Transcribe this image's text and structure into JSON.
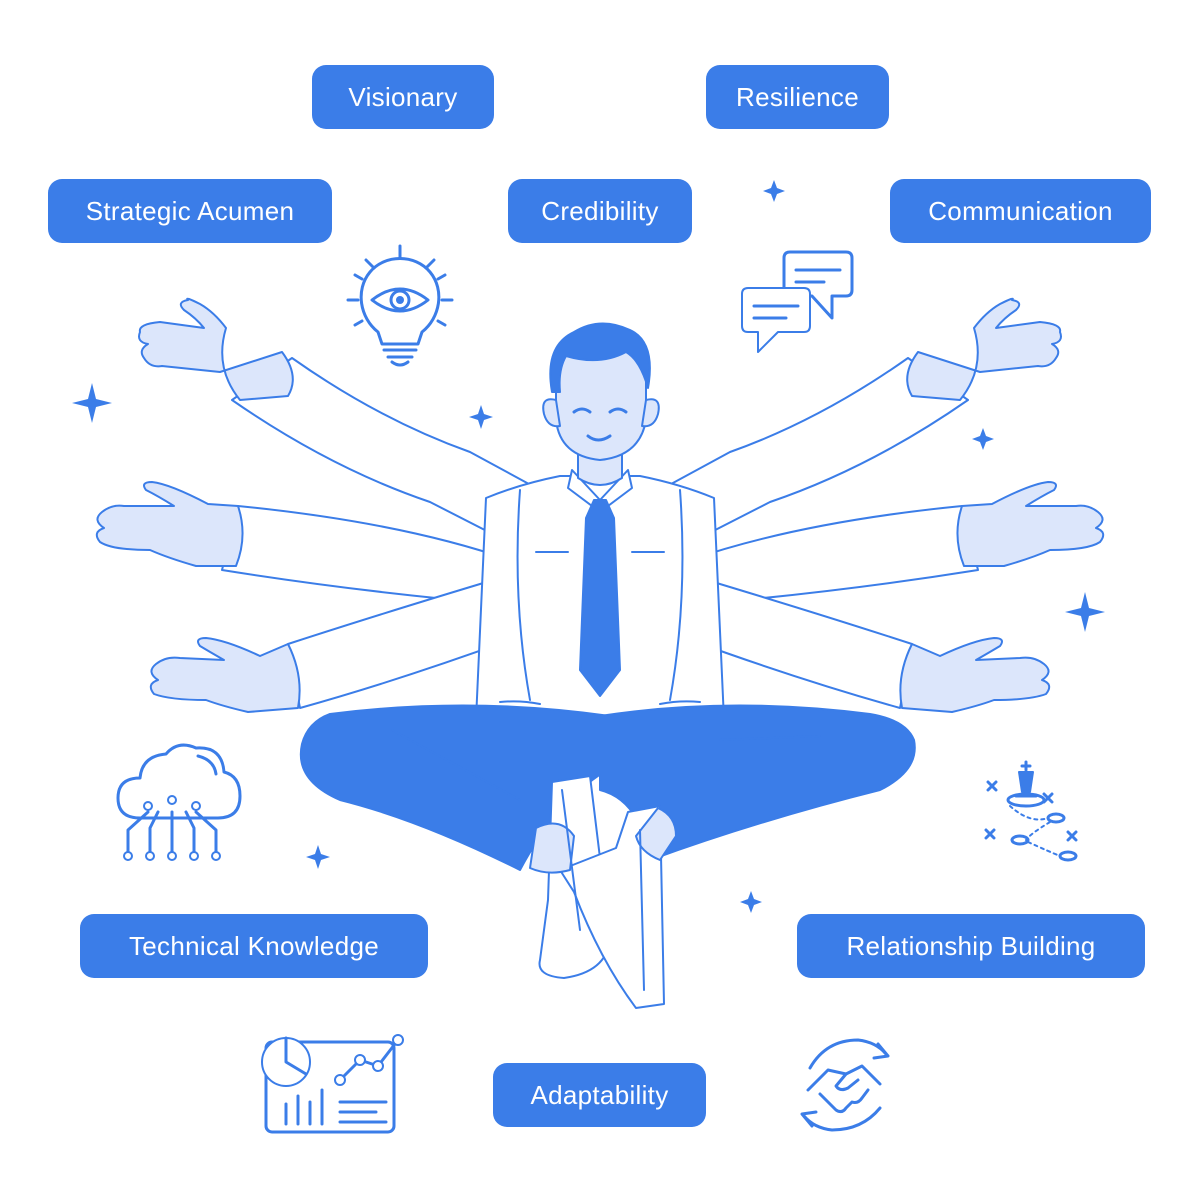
{
  "labels": {
    "visionary": "Visionary",
    "resilience": "Resilience",
    "strategic_acumen": "Strategic Acumen",
    "credibility": "Credibility",
    "communication": "Communication",
    "technical_knowledge": "Technical Knowledge",
    "relationship_building": "Relationship Building",
    "adaptability": "Adaptability"
  },
  "colors": {
    "accent": "#3b7de8",
    "accent_light": "#dce6fb",
    "line": "#3b7de8",
    "background": "#ffffff"
  },
  "icons": [
    "lightbulb-eye-icon",
    "chat-bubbles-icon",
    "cloud-circuit-icon",
    "chess-strategy-icon",
    "dashboard-chart-icon",
    "handshake-icon",
    "sparkle-icon"
  ]
}
